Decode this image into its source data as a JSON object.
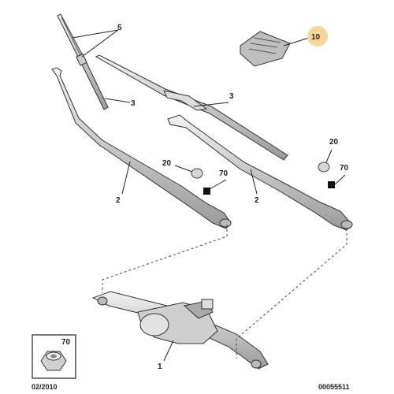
{
  "diagram": {
    "callouts": {
      "blade_pair": "5",
      "blade_left": "3",
      "blade_right": "3",
      "arm_left": "2",
      "arm_right": "2",
      "cap_left": "20",
      "cap_right": "20",
      "nut_left": "70",
      "nut_right": "70",
      "connector": "10",
      "motor_linkage": "1"
    },
    "inset": {
      "label": "70"
    },
    "footer": {
      "date_code": "02/2010",
      "reference": "00055511"
    },
    "colors": {
      "highlight": "#f9d79a",
      "line": "#333333",
      "part_fill": "#d8d8d8"
    }
  }
}
